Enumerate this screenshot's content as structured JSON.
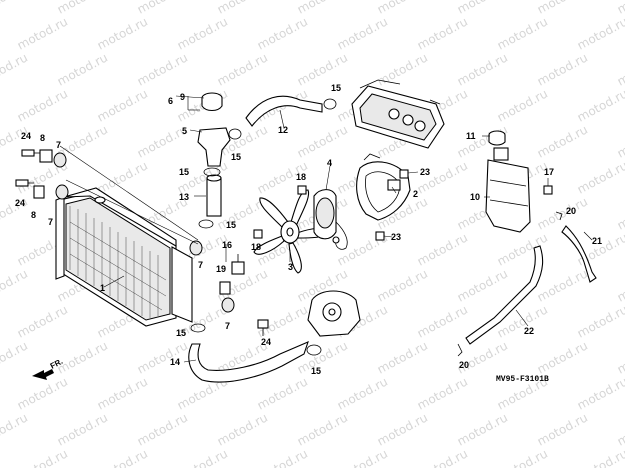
{
  "watermark": "motod.ru",
  "diagram_code": "MV95-F3101B",
  "direction_label": "FR.",
  "callouts": {
    "c1": "1",
    "c2": "2",
    "c3": "3",
    "c4": "4",
    "c5": "5",
    "c6": "6",
    "c7a": "7",
    "c7b": "7",
    "c7c": "7",
    "c7d": "7",
    "c8a": "8",
    "c8b": "8",
    "c9": "9",
    "c10": "10",
    "c11": "11",
    "c12": "12",
    "c13": "13",
    "c14": "14",
    "c15a": "15",
    "c15b": "15",
    "c15c": "15",
    "c15d": "15",
    "c15e": "15",
    "c15f": "15",
    "c16": "16",
    "c17": "17",
    "c18a": "18",
    "c18b": "18",
    "c19": "19",
    "c20a": "20",
    "c20b": "20",
    "c21": "21",
    "c22": "22",
    "c23a": "23",
    "c23b": "23",
    "c24a": "24",
    "c24b": "24",
    "c24c": "24"
  }
}
